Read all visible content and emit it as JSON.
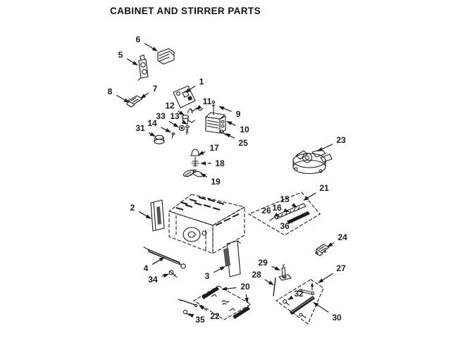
{
  "title": "CABINET AND STIRRER PARTS",
  "colors": {
    "ink": "#1b1b1b",
    "paper": "#ffffff"
  },
  "diagram": {
    "kind": "exploded-parts-diagram",
    "callouts": [
      {
        "num": "1",
        "label": [
          286,
          116
        ],
        "tips": [
          [
            262,
            132
          ]
        ]
      },
      {
        "num": "2",
        "label": [
          188,
          295
        ],
        "tips": [
          [
            215,
            311
          ]
        ]
      },
      {
        "num": "3",
        "label": [
          294,
          392
        ],
        "tips": [
          [
            320,
            378
          ]
        ]
      },
      {
        "num": "4",
        "label": [
          207,
          381
        ],
        "tips": [
          [
            234,
            365
          ]
        ]
      },
      {
        "num": "5",
        "label": [
          171,
          78
        ],
        "tips": [
          [
            196,
            93
          ]
        ]
      },
      {
        "num": "6",
        "label": [
          196,
          56
        ],
        "tips": [
          [
            224,
            73
          ]
        ]
      },
      {
        "num": "7",
        "label": [
          220,
          126
        ],
        "tips": [
          [
            199,
            140
          ]
        ]
      },
      {
        "num": "8",
        "label": [
          156,
          130
        ],
        "tips": [
          [
            184,
            146
          ]
        ]
      },
      {
        "num": "9",
        "label": [
          338,
          162
        ],
        "tips": [
          [
            310,
            151
          ]
        ]
      },
      {
        "num": "10",
        "label": [
          347,
          184
        ],
        "tips": [
          [
            321,
            172
          ]
        ]
      },
      {
        "num": "11",
        "label": [
          294,
          144
        ],
        "tips": [
          [
            278,
            156
          ]
        ]
      },
      {
        "num": "12",
        "label": [
          241,
          150
        ],
        "tips": [
          [
            262,
            164
          ]
        ]
      },
      {
        "num": "13",
        "label": [
          248,
          165
        ],
        "tips": [
          [
            266,
            177
          ]
        ]
      },
      {
        "num": "14",
        "label": [
          216,
          175
        ],
        "tips": [
          [
            243,
            188
          ]
        ]
      },
      {
        "num": "15",
        "label": [
          404,
          283
        ],
        "tips": [
          [
            422,
            295
          ]
        ]
      },
      {
        "num": "16",
        "label": [
          393,
          295
        ],
        "tips": [
          [
            411,
            301
          ]
        ]
      },
      {
        "num": "17",
        "label": [
          304,
          210
        ],
        "tips": [
          [
            281,
            220
          ]
        ]
      },
      {
        "num": "18",
        "label": [
          312,
          232
        ],
        "tips": [
          [
            284,
            232
          ]
        ],
        "dash": true
      },
      {
        "num": "19",
        "label": [
          306,
          258
        ],
        "tips": [
          [
            284,
            246
          ]
        ]
      },
      {
        "num": "20",
        "label": [
          348,
          407
        ],
        "tips": [
          [
            314,
            411
          ],
          [
            351,
            431
          ]
        ]
      },
      {
        "num": "21",
        "label": [
          460,
          267
        ],
        "tips": [
          [
            430,
            285
          ]
        ]
      },
      {
        "num": "22",
        "label": [
          305,
          449
        ],
        "tips": [
          [
            282,
            433
          ]
        ]
      },
      {
        "num": "23",
        "label": [
          484,
          199
        ],
        "tips": [
          [
            450,
            215
          ]
        ]
      },
      {
        "num": "24",
        "label": [
          486,
          337
        ],
        "tips": [
          [
            464,
            351
          ]
        ]
      },
      {
        "num": "25",
        "label": [
          345,
          203
        ],
        "tips": [
          [
            319,
            189
          ]
        ]
      },
      {
        "num": "26",
        "label": [
          378,
          299
        ],
        "tips": [
          [
            398,
            308
          ]
        ]
      },
      {
        "num": "27",
        "label": [
          484,
          381
        ],
        "tips": [
          [
            451,
            402
          ]
        ]
      },
      {
        "num": "28",
        "label": [
          364,
          390
        ],
        "tips": [
          [
            389,
            405
          ]
        ]
      },
      {
        "num": "29",
        "label": [
          373,
          373
        ],
        "tips": [
          [
            398,
            384
          ]
        ]
      },
      {
        "num": "30",
        "label": [
          478,
          451
        ],
        "tips": [
          [
            444,
            429
          ]
        ]
      },
      {
        "num": "31",
        "label": [
          199,
          182
        ],
        "tips": [
          [
            221,
            194
          ]
        ]
      },
      {
        "num": "32",
        "label": [
          424,
          417
        ],
        "tips": [
          [
            408,
            426
          ]
        ]
      },
      {
        "num": "33",
        "label": [
          228,
          165
        ],
        "tips": [
          [
            254,
            181
          ]
        ]
      },
      {
        "num": "34",
        "label": [
          217,
          397
        ],
        "tips": [
          [
            240,
            389
          ]
        ]
      },
      {
        "num": "35",
        "label": [
          284,
          454
        ],
        "tips": [
          [
            267,
            445
          ]
        ]
      },
      {
        "num": "36",
        "label": [
          404,
          321
        ],
        "tips": [
          [
            419,
            310
          ]
        ]
      }
    ]
  }
}
